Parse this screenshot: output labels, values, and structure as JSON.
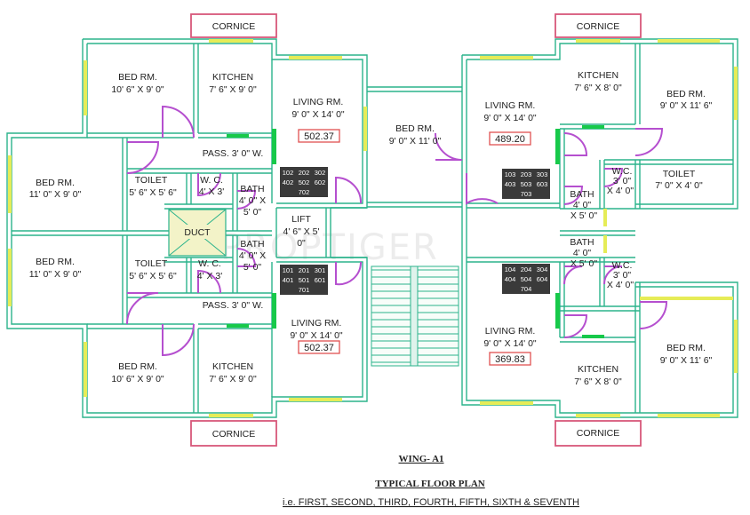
{
  "rooms": {
    "bed_tl": {
      "name": "BED RM.",
      "size": "10' 6\" X 9' 0\""
    },
    "kitchen_tl": {
      "name": "KITCHEN",
      "size": "7' 6\" X 9' 0\""
    },
    "living_tl": {
      "name": "LIVING RM.",
      "size": "9' 0\" X 14' 0\"",
      "area": "502.37"
    },
    "pass_top": {
      "name": "PASS. 3' 0\" W."
    },
    "bed_ml_top": {
      "name": "BED RM.",
      "size": "11' 0\" X 9' 0\""
    },
    "toilet_ml_top": {
      "name": "TOILET",
      "size": "5' 6\" X 5' 6\""
    },
    "wc_ml_top": {
      "name": "W. C.",
      "size": "4' X 3'"
    },
    "bath_ml_top": {
      "name": "BATH",
      "size1": "4' 0\" X",
      "size2": "5' 0\""
    },
    "duct": {
      "name": "DUCT"
    },
    "lift": {
      "name": "LIFT",
      "size1": "4' 6\" X 5'",
      "size2": "0\""
    },
    "bath_ml_bot": {
      "name": "BATH",
      "size1": "4' 0\" X",
      "size2": "5' 0\""
    },
    "bed_ml_bot": {
      "name": "BED RM.",
      "size": "11' 0\" X 9' 0\""
    },
    "toilet_ml_bot": {
      "name": "TOILET",
      "size": "5' 6\" X 5' 6\""
    },
    "wc_ml_bot": {
      "name": "W. C.",
      "size": "4' X 3'"
    },
    "pass_bot": {
      "name": "PASS. 3' 0\" W."
    },
    "living_bl": {
      "name": "LIVING RM.",
      "size": "9' 0\" X 14' 0\"",
      "area": "502.37"
    },
    "bed_bl": {
      "name": "BED RM.",
      "size": "10' 6\" X 9' 0\""
    },
    "kitchen_bl": {
      "name": "KITCHEN",
      "size": "7' 6\" X 9' 0\""
    },
    "bed_center": {
      "name": "BED RM.",
      "size": "9' 0\" X 11' 0\""
    },
    "living_tr": {
      "name": "LIVING RM.",
      "size": "9' 0\" X 14' 0\"",
      "area": "489.20"
    },
    "kitchen_tr": {
      "name": "KITCHEN",
      "size": "7' 6\" X 8' 0\""
    },
    "bed_tr": {
      "name": "BED RM.",
      "size": "9' 0\" X 11' 6\""
    },
    "wc_tr": {
      "name": "W.C.",
      "size1": "3' 0\"",
      "size2": "X 4' 0\""
    },
    "toilet_tr": {
      "name": "TOILET",
      "size": "7' 0\" X 4' 0\""
    },
    "bath_r_top": {
      "name": "BATH",
      "size1": "4' 0\"",
      "size2": "X 5' 0\""
    },
    "bath_r_bot": {
      "name": "BATH",
      "size1": "4' 0\"",
      "size2": "X 5' 0\""
    },
    "wc_br": {
      "name": "W.C.",
      "size1": "3' 0\"",
      "size2": "X 4' 0\""
    },
    "living_br": {
      "name": "LIVING RM.",
      "size": "9' 0\" X 14' 0\"",
      "area": "369.83"
    },
    "kitchen_br": {
      "name": "KITCHEN",
      "size": "7' 6\" X 8' 0\""
    },
    "bed_br": {
      "name": "BED RM.",
      "size": "9' 0\" X 11' 6\""
    }
  },
  "cornice": {
    "top_left": "CORNICE",
    "top_right": "CORNICE",
    "bottom_left": "CORNICE",
    "bottom_right": "CORNICE"
  },
  "unit_blocks": {
    "tl": {
      "r1": [
        "102",
        "202",
        "302"
      ],
      "r2": [
        "402",
        "502",
        "602"
      ],
      "r3": "702"
    },
    "tr": {
      "r1": [
        "103",
        "203",
        "303"
      ],
      "r2": [
        "403",
        "503",
        "603"
      ],
      "r3": "703"
    },
    "bl": {
      "r1": [
        "101",
        "201",
        "301"
      ],
      "r2": [
        "401",
        "501",
        "601"
      ],
      "r3": "701"
    },
    "br": {
      "r1": [
        "104",
        "204",
        "304"
      ],
      "r2": [
        "404",
        "504",
        "604"
      ],
      "r3": "704"
    }
  },
  "watermark": "PROPTIGER",
  "caption": {
    "wing": "WING- A1",
    "plan": "TYPICAL FLOOR PLAN",
    "floors": "i.e. FIRST, SECOND, THIRD, FOURTH, FIFTH, SIXTH & SEVENTH"
  },
  "colors": {
    "wall": "#2bb38c",
    "window": "#e6ec57",
    "door": "#b54fcf",
    "cornice": "#d7577a",
    "area_box": "#e05050"
  }
}
